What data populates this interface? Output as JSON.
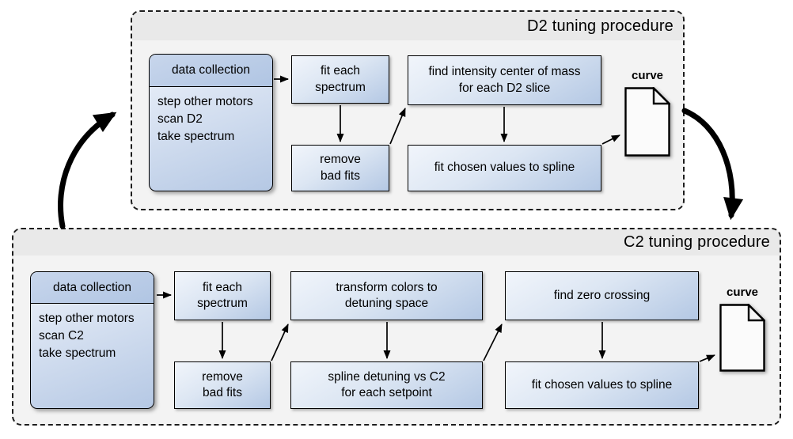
{
  "colors": {
    "box_gradient_light": "#f1f5fb",
    "box_gradient_dark": "#b4c8e4",
    "header_fill": "#b9cce7",
    "container_body": "#f3f3f3",
    "container_titleband": "#e9e9e9",
    "border": "#000000",
    "arrow": "#000000"
  },
  "d2": {
    "title": "D2 tuning procedure",
    "data_collection": {
      "header": "data collection",
      "body_lines": [
        "step other motors",
        "scan D2",
        "take spectrum"
      ]
    },
    "fit_each_spectrum": {
      "line1": "fit each",
      "line2": "spectrum"
    },
    "remove_bad_fits": {
      "line1": "remove",
      "line2": "bad fits"
    },
    "find_intensity": {
      "line1": "find intensity center of mass",
      "line2": "for each D2 slice"
    },
    "fit_spline": {
      "line1": "fit chosen values to spline"
    },
    "output_label": "curve"
  },
  "c2": {
    "title": "C2 tuning procedure",
    "data_collection": {
      "header": "data collection",
      "body_lines": [
        "step other motors",
        "scan C2",
        "take spectrum"
      ]
    },
    "fit_each_spectrum": {
      "line1": "fit each",
      "line2": "spectrum"
    },
    "remove_bad_fits": {
      "line1": "remove",
      "line2": "bad fits"
    },
    "transform_colors": {
      "line1": "transform colors to",
      "line2": "detuning space"
    },
    "spline_detuning": {
      "line1": "spline detuning vs C2",
      "line2": "for each setpoint"
    },
    "find_zero_crossing": {
      "line1": "find zero crossing"
    },
    "fit_spline": {
      "line1": "fit chosen values to spline"
    },
    "output_label": "curve"
  }
}
